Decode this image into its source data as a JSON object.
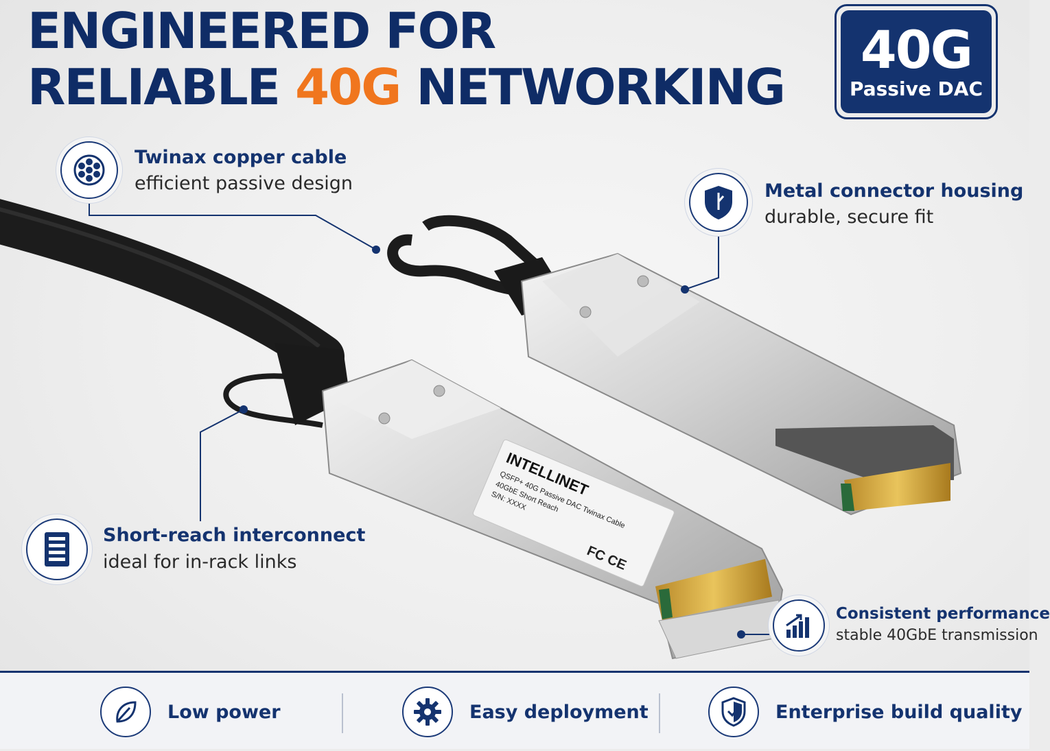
{
  "headline": {
    "line1": "ENGINEERED FOR",
    "line2_pre": "RELIABLE ",
    "line2_accent": "40G",
    "line2_post": " NETWORKING"
  },
  "badge": {
    "big": "40G",
    "small": "Passive DAC"
  },
  "callouts": [
    {
      "title": "Twinax copper cable",
      "sub": "efficient passive design",
      "icon": "cable-cross-section-icon"
    },
    {
      "title": "Metal connector housing",
      "sub": "durable, secure fit",
      "icon": "shield-icon"
    },
    {
      "title": "Short-reach interconnect",
      "sub": "ideal for in-rack links",
      "icon": "server-rack-icon"
    },
    {
      "title": "Consistent performance",
      "sub": "stable 40GbE transmission",
      "icon": "signal-bars-icon"
    }
  ],
  "module_label": {
    "brand": "INTELLINET",
    "line1": "QSFP+ 40G Passive DAC Twinax Cable",
    "line2": "40GbE Short Reach",
    "line3": "S/N: XXXX",
    "marks": "FC CE"
  },
  "features": [
    {
      "label": "Low power",
      "icon": "leaf-icon"
    },
    {
      "label": "Easy deployment",
      "icon": "gear-icon"
    },
    {
      "label": "Enterprise build quality",
      "icon": "shield-check-icon"
    }
  ],
  "colors": {
    "navy": "#14336f",
    "accent": "#f0761e",
    "background": "#ececec"
  }
}
